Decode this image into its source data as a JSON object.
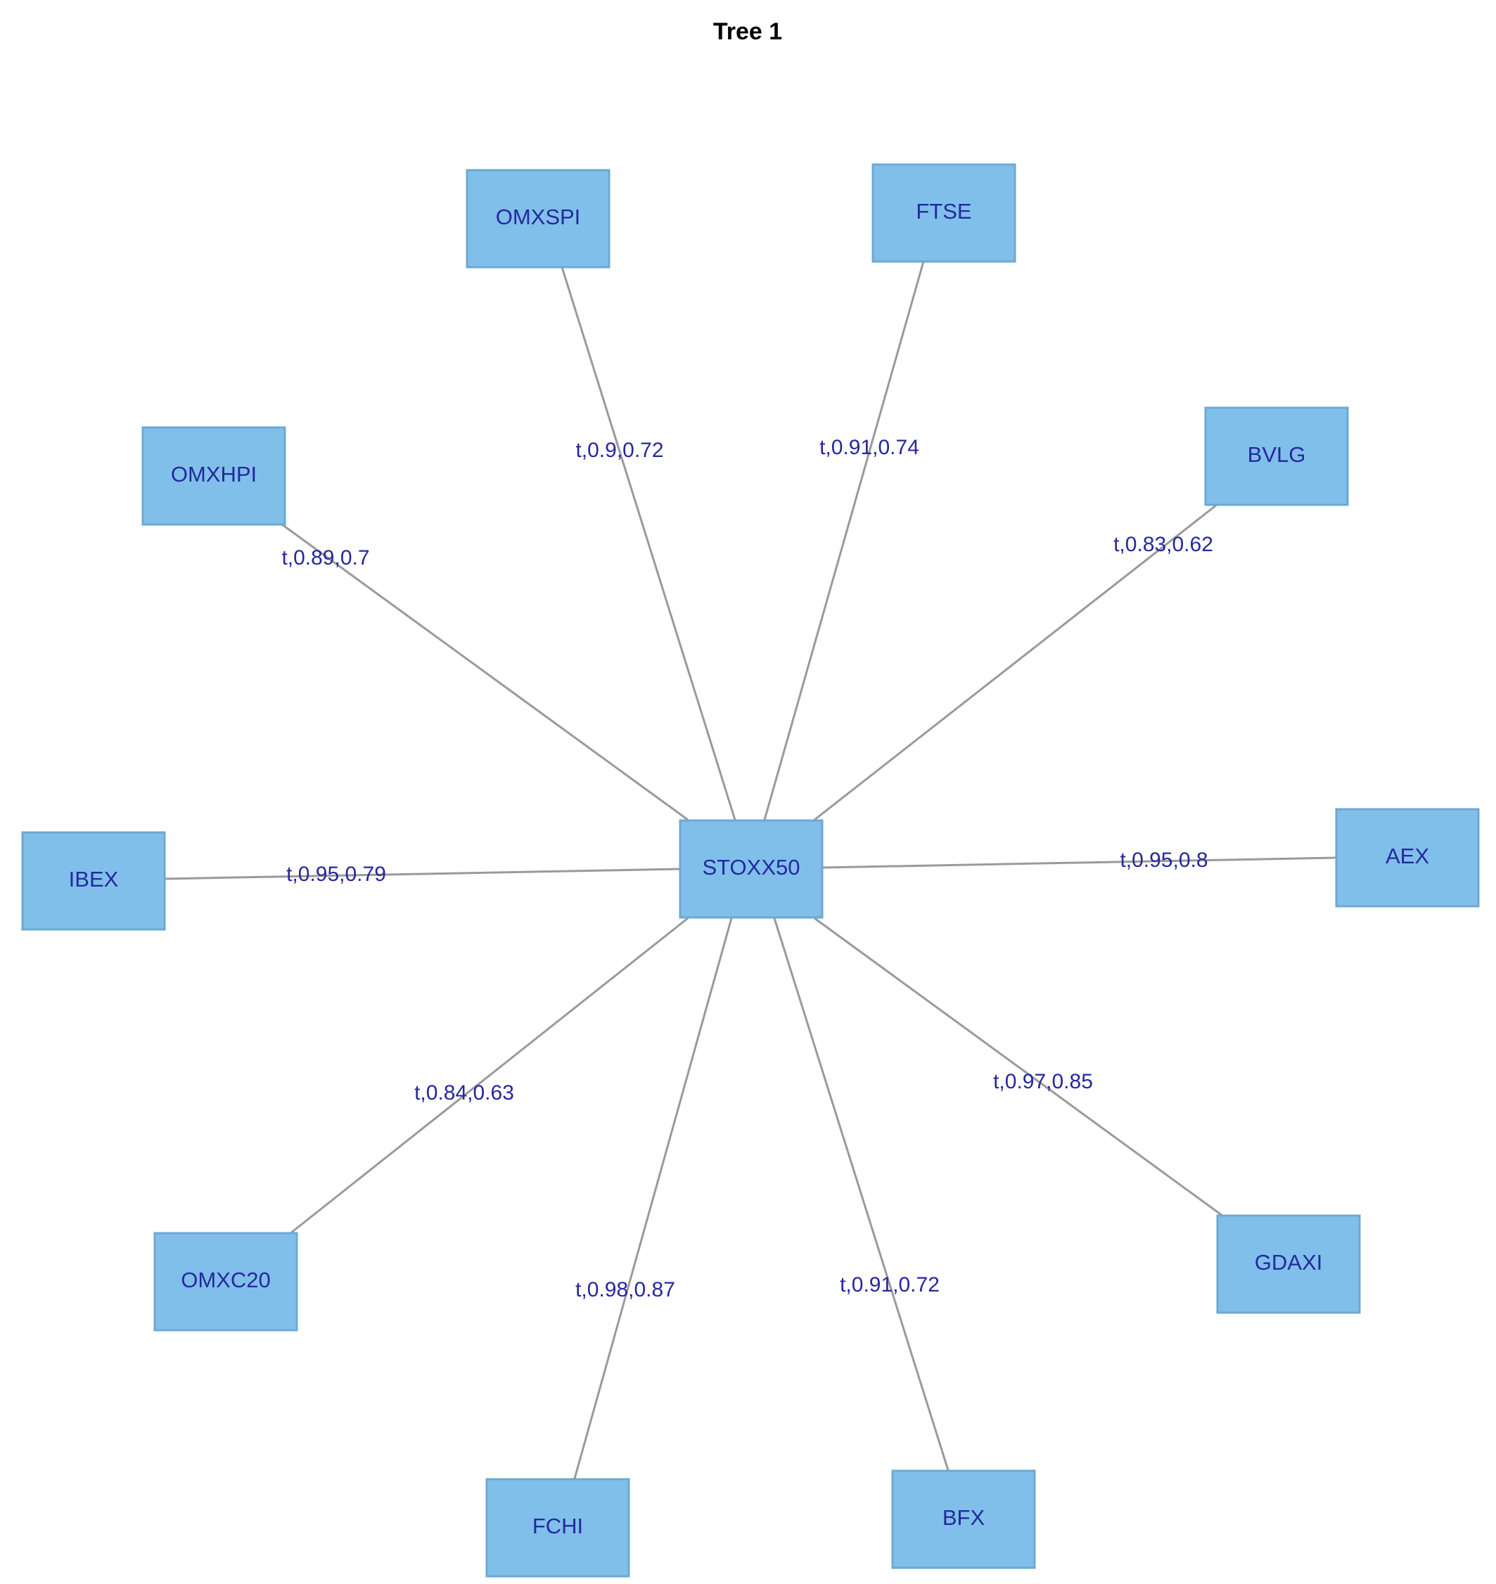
{
  "title": "Tree 1",
  "colors": {
    "node_fill": "#80bfea",
    "node_border": "#6da8d2",
    "edge": "#9a9a9a",
    "label_text": "#25289e",
    "title_text": "#000000"
  },
  "nodes": [
    {
      "id": "STOXX50",
      "label": "STOXX50"
    },
    {
      "id": "OMXSPI",
      "label": "OMXSPI"
    },
    {
      "id": "FTSE",
      "label": "FTSE"
    },
    {
      "id": "OMXHPI",
      "label": "OMXHPI"
    },
    {
      "id": "BVLG",
      "label": "BVLG"
    },
    {
      "id": "IBEX",
      "label": "IBEX"
    },
    {
      "id": "AEX",
      "label": "AEX"
    },
    {
      "id": "OMXC20",
      "label": "OMXC20"
    },
    {
      "id": "GDAXI",
      "label": "GDAXI"
    },
    {
      "id": "FCHI",
      "label": "FCHI"
    },
    {
      "id": "BFX",
      "label": "BFX"
    }
  ],
  "edges": [
    {
      "from": "STOXX50",
      "to": "OMXSPI",
      "label": "t,0.9,0.72"
    },
    {
      "from": "STOXX50",
      "to": "FTSE",
      "label": "t,0.91,0.74"
    },
    {
      "from": "STOXX50",
      "to": "OMXHPI",
      "label": "t,0.89,0.7"
    },
    {
      "from": "STOXX50",
      "to": "BVLG",
      "label": "t,0.83,0.62"
    },
    {
      "from": "STOXX50",
      "to": "IBEX",
      "label": "t,0.95,0.79"
    },
    {
      "from": "STOXX50",
      "to": "AEX",
      "label": "t,0.95,0.8"
    },
    {
      "from": "STOXX50",
      "to": "OMXC20",
      "label": "t,0.84,0.63"
    },
    {
      "from": "STOXX50",
      "to": "GDAXI",
      "label": "t,0.97,0.85"
    },
    {
      "from": "STOXX50",
      "to": "FCHI",
      "label": "t,0.98,0.87"
    },
    {
      "from": "STOXX50",
      "to": "BFX",
      "label": "t,0.91,0.72"
    }
  ]
}
